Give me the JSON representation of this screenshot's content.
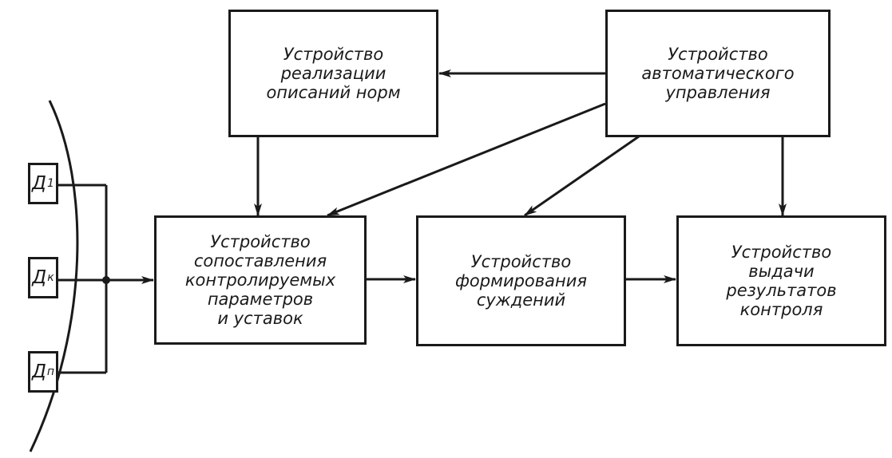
{
  "colors": {
    "ink": "#1a1a1a",
    "paper": "#ffffff"
  },
  "blocks": {
    "norms": [
      "Устройство",
      "реализации",
      "описаний норм"
    ],
    "auto_control": [
      "Устройство",
      "автоматического",
      "управления"
    ],
    "comparison": [
      "Устройство",
      "сопоставления",
      "контролируемых",
      "параметров",
      "и уставок"
    ],
    "judgement": [
      "Устройство",
      "формирования",
      "суждений"
    ],
    "output": [
      "Устройство",
      "выдачи",
      "результатов",
      "контроля"
    ]
  },
  "sensors": [
    {
      "letter": "Д",
      "index": "1"
    },
    {
      "letter": "Д",
      "index": "к"
    },
    {
      "letter": "Д",
      "index": "п"
    }
  ]
}
